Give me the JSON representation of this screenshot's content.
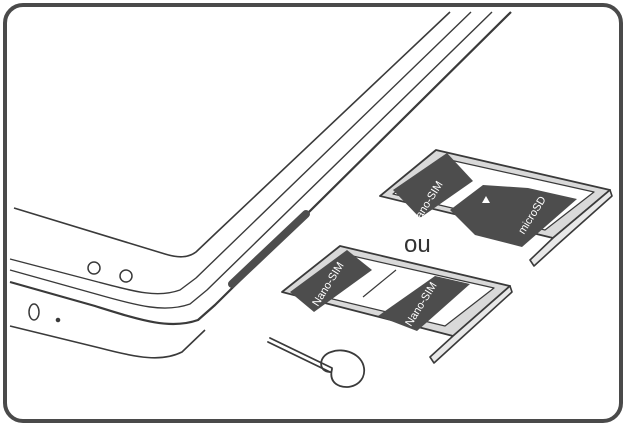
{
  "labels": {
    "upper_tray_slot1": "Nano-SIM",
    "upper_tray_slot2": "microSD",
    "separator": "ou",
    "lower_tray_slot1": "Nano-SIM",
    "lower_tray_slot2": "Nano-SIM"
  },
  "colors": {
    "frame": "#4a4a4a",
    "line": "#3a3a3a",
    "card": "#4d4d4d",
    "card_text": "#ffffff",
    "tray_fill": "#d9d9d9"
  },
  "icons": [
    "eject-pin-icon",
    "microsd-orientation-triangle-icon"
  ]
}
